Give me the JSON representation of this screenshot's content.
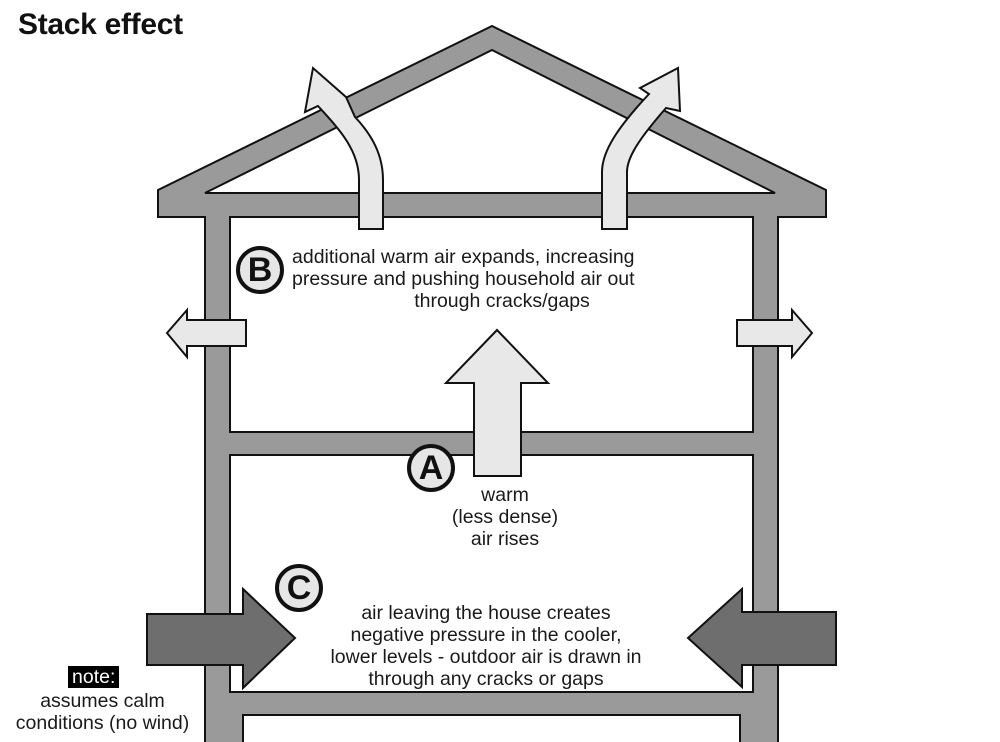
{
  "title": "Stack effect",
  "colors": {
    "structure": "#9a9a9a",
    "outline": "#111111",
    "warm_arrow": "#e8e8e8",
    "cold_arrow": "#6e6e6e",
    "background": "#ffffff"
  },
  "labels": {
    "A": {
      "badge": "A",
      "lines": [
        "warm",
        "(less dense)",
        "air rises"
      ]
    },
    "B": {
      "badge": "B",
      "lines": [
        "additional warm air expands, increasing",
        "pressure and pushing household air out",
        "through cracks/gaps"
      ]
    },
    "C": {
      "badge": "C",
      "lines": [
        "air leaving the house creates",
        "negative pressure in the cooler,",
        "lower levels - outdoor air is drawn in",
        "through any cracks or gaps"
      ]
    }
  },
  "note": {
    "label": "note:",
    "lines": [
      "assumes calm",
      "conditions (no wind)"
    ]
  },
  "arrows": [
    {
      "name": "roof-exhaust-left",
      "kind": "warm",
      "direction": "up-out"
    },
    {
      "name": "roof-exhaust-right",
      "kind": "warm",
      "direction": "up-out"
    },
    {
      "name": "upper-wall-leak-left",
      "kind": "warm",
      "direction": "left"
    },
    {
      "name": "upper-wall-leak-right",
      "kind": "warm",
      "direction": "right"
    },
    {
      "name": "warm-air-rising",
      "kind": "warm",
      "direction": "up"
    },
    {
      "name": "cold-inflow-left",
      "kind": "cold",
      "direction": "right"
    },
    {
      "name": "cold-inflow-right",
      "kind": "cold",
      "direction": "left"
    }
  ]
}
